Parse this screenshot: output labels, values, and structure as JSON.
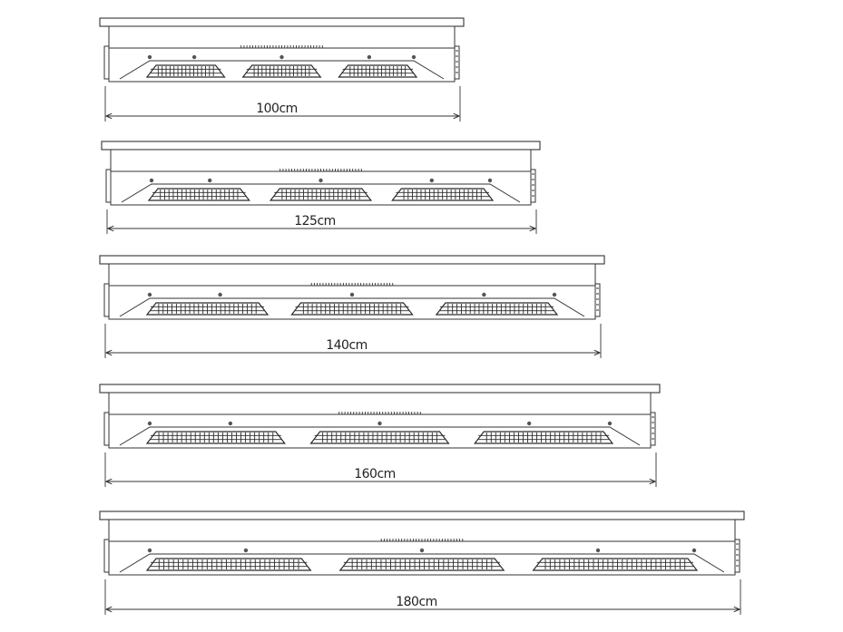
{
  "diagram": {
    "units": [
      {
        "id": "unit-100",
        "label": "100cm"
      },
      {
        "id": "unit-125",
        "label": "125cm"
      },
      {
        "id": "unit-140",
        "label": "140cm"
      },
      {
        "id": "unit-160",
        "label": "160cm"
      },
      {
        "id": "unit-180",
        "label": "180cm"
      }
    ],
    "colors": {
      "line": "#333333",
      "grille": "#2a2a2a",
      "background": "#ffffff"
    }
  }
}
